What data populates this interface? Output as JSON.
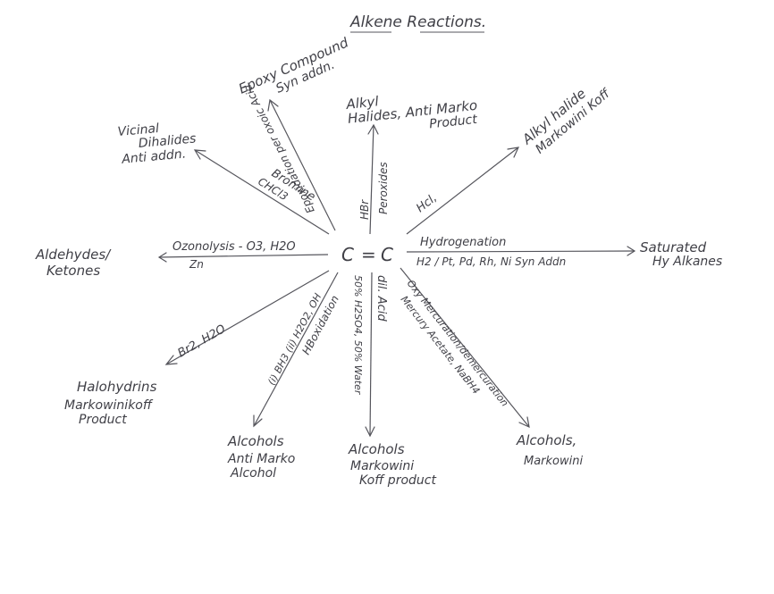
{
  "title": "Alkene Reactions.",
  "center": {
    "left_c": "C",
    "eq": "=",
    "right_c": "C"
  },
  "branches": {
    "epoxy": {
      "product": [
        "Epoxy Compound",
        "Syn addn."
      ],
      "reagent": "Epoxidation per oxoic Acid"
    },
    "alkyl_anti": {
      "product": [
        "Alkyl",
        "Halides, Anti Marko",
        "Product"
      ],
      "reagent": [
        "HBr",
        "Peroxides"
      ]
    },
    "alkyl_marko": {
      "product": [
        "Alkyl halide",
        "Markowini Koff"
      ],
      "reagent": "Hcl,"
    },
    "vicinal": {
      "product": [
        "Vicinal",
        "Dihalides",
        "Anti addn."
      ],
      "reagent": [
        "Bromine",
        "CHCl3"
      ]
    },
    "aldehydes": {
      "product": [
        "Aldehydes/",
        "Ketones"
      ],
      "reagent": [
        "Ozonolysis - O3, H2O",
        "Zn"
      ]
    },
    "saturated": {
      "product": [
        "Saturated",
        "Hy Alkanes"
      ],
      "reagent": [
        "Hydrogenation",
        "H2 / Pt, Pd, Rh, Ni  Syn Addn"
      ]
    },
    "halohydrins": {
      "product": [
        "Halohydrins",
        "Markowinikoff",
        "Product"
      ],
      "reagent": "Br2, H2O"
    },
    "alcohols_anti": {
      "product": [
        "Alcohols",
        "Anti Marko",
        "Alcohol"
      ],
      "reagent": [
        "HBoxidation",
        "(i) BH3 (ii) H2O2, OH"
      ]
    },
    "alcohols_marko": {
      "product": [
        "Alcohols",
        "Markowini",
        "Koff product"
      ],
      "reagent": [
        "dil. Acid",
        "50% H2SO4, 50% Water"
      ]
    },
    "alcohols_oxy": {
      "product": [
        "Alcohols,",
        "Markowini"
      ],
      "reagent": [
        "Oxy Mercuration/demercuration",
        "Mercury Acetate, NaBH4"
      ]
    }
  }
}
